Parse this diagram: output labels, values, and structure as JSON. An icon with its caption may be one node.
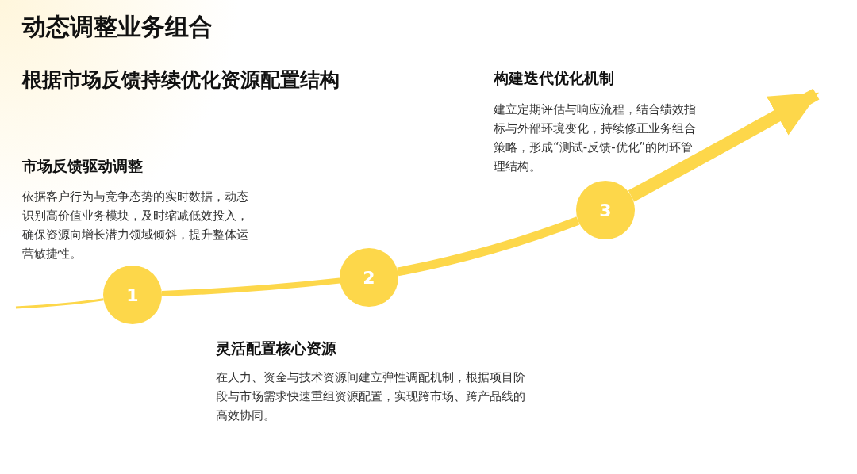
{
  "diagram": {
    "title": "动态调整业务组合",
    "nodes": [
      {
        "text": [
          "1"
        ]
      },
      {
        "text": [
          "2"
        ]
      },
      {
        "text": [
          "3"
        ]
      }
    ],
    "edges": [
      {
        "from": null,
        "to": 0,
        "arrow": "none"
      },
      {
        "from": 0,
        "to": 1,
        "arrow": "none"
      },
      {
        "from": 1,
        "to": 2,
        "arrow": "none"
      },
      {
        "from": 2,
        "to": null,
        "arrow": "to",
        "style": "thick"
      }
    ],
    "labels": [
      "根据市场反馈持续优化资源配置结构",
      "构建迭代优化机制",
      "建立定期评估与响应流程，结合绩效指标与外部环境变化，持续修正业务组合策略，形成“测试-反馈-优化”的闭环管理结构。",
      "市场反馈驱动调整",
      "依据客户行为与竞争态势的实时数据，动态识别高价值业务模块，及时缩减低效投入，确保资源向增长潜力领域倾斜，提升整体运营敏捷性。",
      "灵活配置核心资源",
      "在人力、资金与技术资源间建立弹性调配机制，根据项目阶段与市场需求快速重组资源配置，实现跨市场、跨产品线的高效协同。"
    ]
  }
}
